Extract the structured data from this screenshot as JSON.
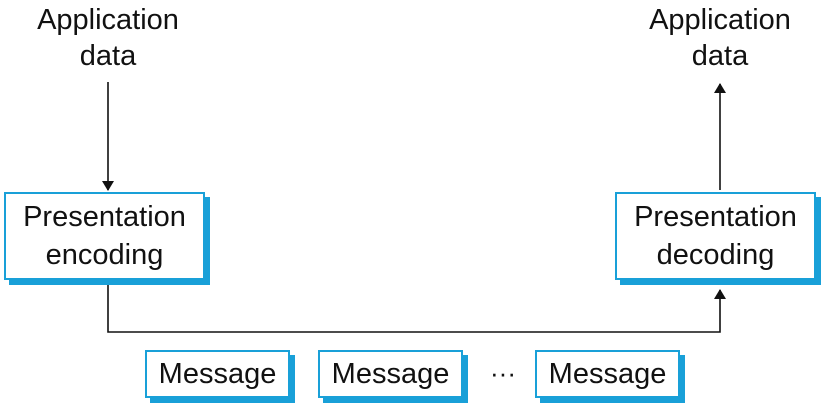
{
  "sender": {
    "data_label": [
      "Application",
      "data"
    ],
    "box_label": [
      "Presentation",
      "encoding"
    ]
  },
  "receiver": {
    "data_label": [
      "Application",
      "data"
    ],
    "box_label": [
      "Presentation",
      "decoding"
    ]
  },
  "messages": {
    "items": [
      "Message",
      "Message",
      "Message"
    ],
    "ellipsis": "···"
  },
  "colors": {
    "box_border": "#19a0d8",
    "line": "#111111",
    "text": "#111111"
  }
}
